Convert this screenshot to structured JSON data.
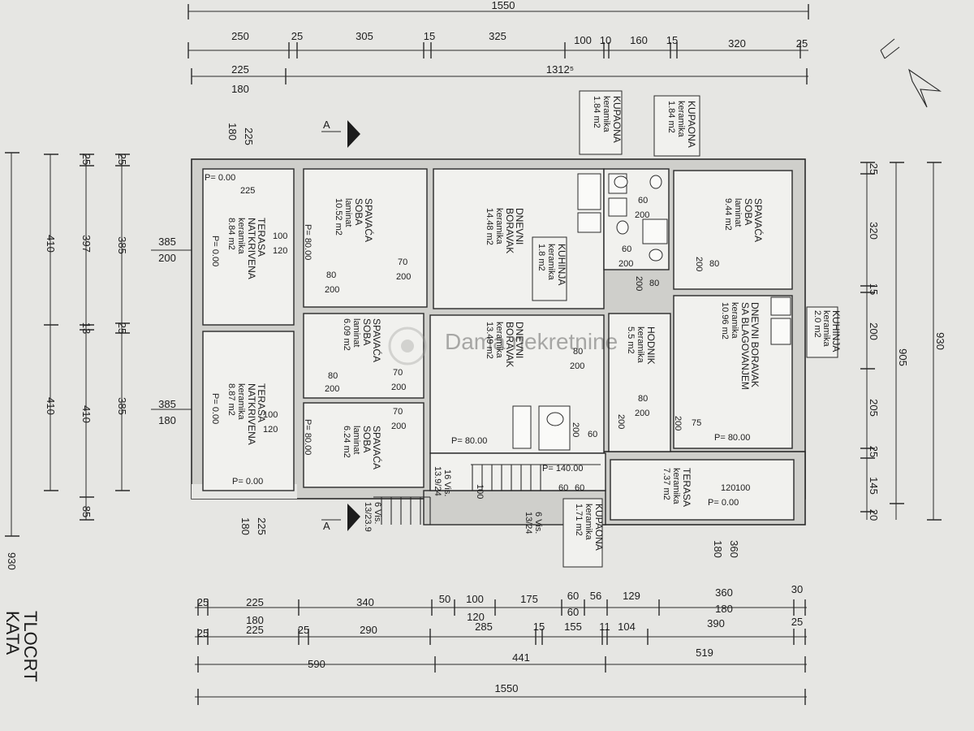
{
  "drawing": {
    "title_line1": "TLOCRT",
    "title_line2": "KATA",
    "watermark": "Dama nekretnine",
    "section_marker": "A"
  },
  "dims": {
    "top_total": "1550",
    "top_segments": [
      "250",
      "25",
      "305",
      "15",
      "325",
      "100",
      "10",
      "160",
      "15",
      "320",
      "25"
    ],
    "top_row2_a": "225",
    "top_row2_b": "1312⁵",
    "top_row3": "180",
    "bottom_row1": [
      "25",
      "225",
      "340",
      "50",
      "100",
      "175",
      "60",
      "56",
      "129",
      "360",
      "30"
    ],
    "bottom_row1_sub": [
      "180",
      "120",
      "60",
      "180"
    ],
    "bottom_row2": [
      "25",
      "225",
      "25",
      "290",
      "285",
      "15",
      "155",
      "11",
      "104",
      "390",
      "25"
    ],
    "bottom_row3": [
      "590",
      "441",
      "519"
    ],
    "bottom_total": "1550",
    "left_total": "930",
    "left_col1": [
      "410",
      "410"
    ],
    "left_col2": [
      "397",
      "13",
      "410",
      "85"
    ],
    "left_col3": [
      "385",
      "25",
      "385"
    ],
    "left_top": [
      "25",
      "25"
    ],
    "left_terrace": [
      "385",
      "200",
      "385",
      "180"
    ],
    "left_side_225a": "225",
    "left_side_180a": "180",
    "left_side_225b": "225",
    "left_side_180b": "180",
    "right_total": "930",
    "right_col1": [
      "905"
    ],
    "right_col2": [
      "25",
      "320",
      "15",
      "200",
      "205",
      "25",
      "145",
      "20"
    ],
    "right_360": "360",
    "right_180": "180"
  },
  "rooms": {
    "terasa1": [
      "TERASA",
      "NATKRIVENA",
      "keramika",
      "8.84 m2"
    ],
    "terasa2": [
      "TERASA",
      "NATKRIVENA",
      "keramika",
      "8.87 m2"
    ],
    "spavaca1": [
      "SPAVAĆA",
      "SOBA",
      "laminat",
      "10.52 m2"
    ],
    "spavaca2": [
      "SPAVAĆA",
      "SOBA",
      "laminat",
      "6.09 m2"
    ],
    "spavaca3": [
      "SPAVAĆA",
      "SOBA",
      "laminat",
      "6.24 m2"
    ],
    "dnevni1": [
      "DNEVNI",
      "BORAVAK",
      "keramika",
      "14.48 m2"
    ],
    "dnevni2": [
      "DNEVNI",
      "BORAVAK",
      "keramika",
      "13.49 m2"
    ],
    "kuhinja1": [
      "KUHINJA",
      "keramika",
      "1.8 m2"
    ],
    "kupaona1": [
      "KUPAONA",
      "keramika",
      "1.84 m2"
    ],
    "kupaona2": [
      "KUPAONA",
      "keramika",
      "1.84 m2"
    ],
    "spavaca4": [
      "SPAVAĆA",
      "SOBA",
      "laminat",
      "9.44 m2"
    ],
    "hodnik": [
      "HODNIK",
      "keramika",
      "5.5 m2"
    ],
    "dnevni3": [
      "DNEVNI BORAVAK",
      "SA BLAGOVANJEM",
      "keramika",
      "10.96 m2"
    ],
    "kuhinja2": [
      "KUHINJA",
      "keramika",
      "2.0 m2"
    ],
    "terasa3": [
      "TERASA",
      "keramika",
      "7.37 m2"
    ],
    "kupaona3": [
      "KUPAONA",
      "keramika",
      "1.71 m2"
    ]
  },
  "tags": {
    "p000": "P= 0.00",
    "p8000": "P= 80.00",
    "p14000": "P= 140.00",
    "d225": "225",
    "d100": "100",
    "d120": "120",
    "d80": "80",
    "d200": "200",
    "d70": "70",
    "d60": "60",
    "d75": "75",
    "stairs1": "16 Vis.",
    "stairs1b": "13.9/24",
    "stairs2": "6 Vis.",
    "stairs2b": "13/23.9",
    "stairs3": "6 Vis.",
    "stairs3b": "13/24"
  }
}
